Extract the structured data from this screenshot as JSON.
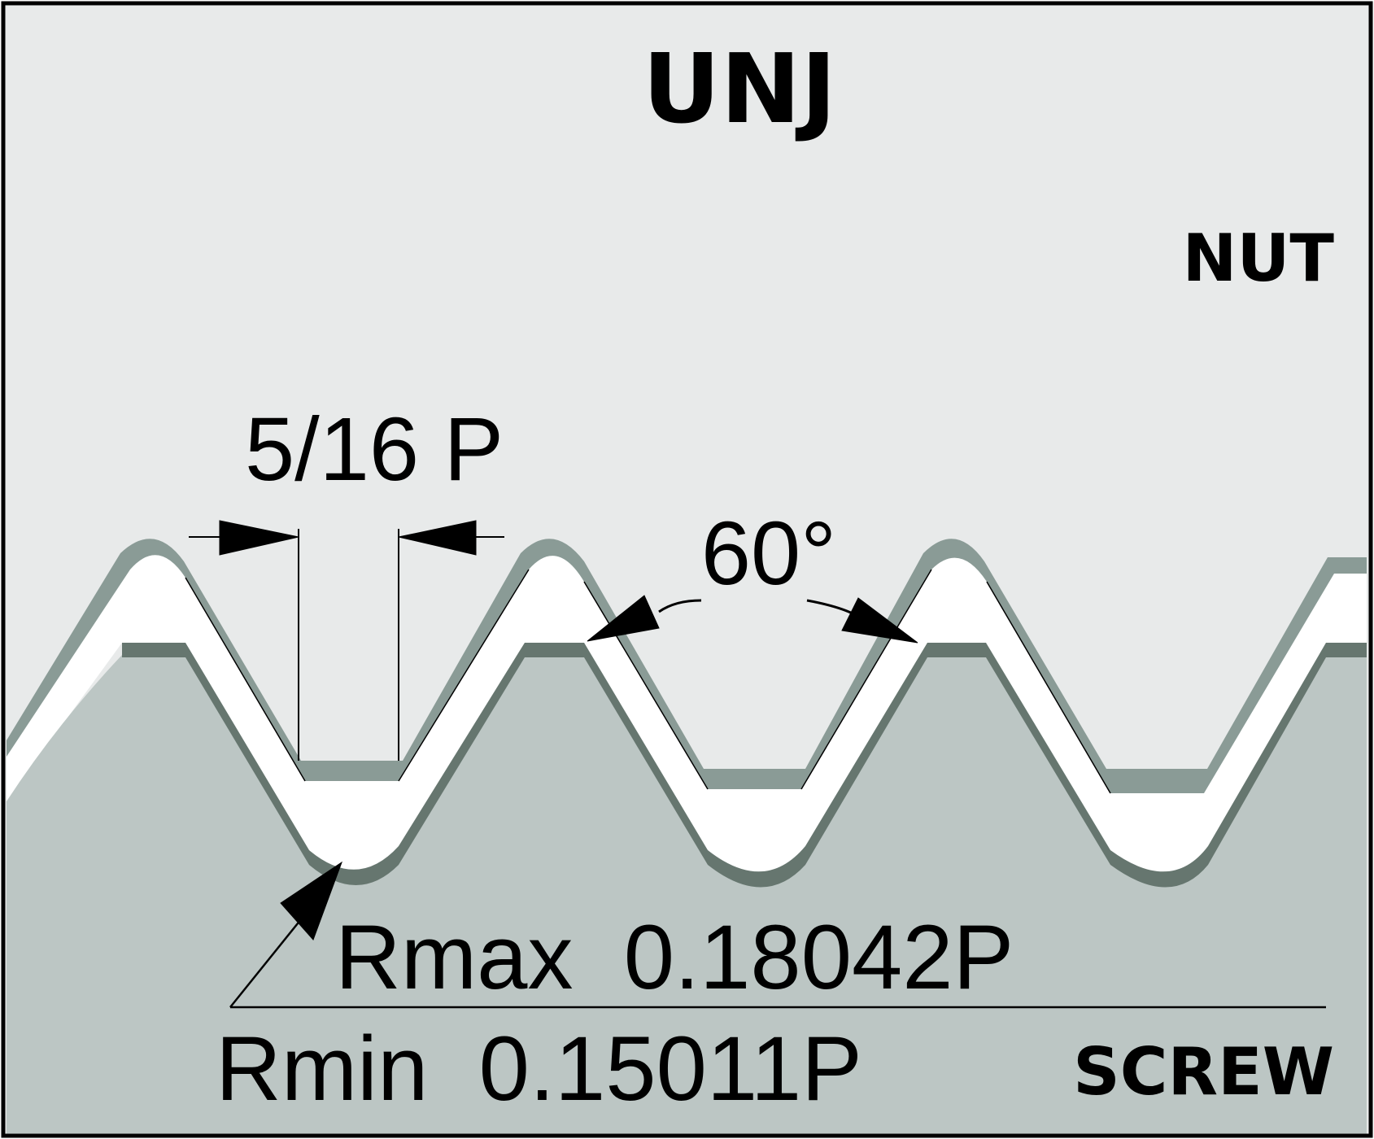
{
  "title": "UNJ",
  "labels": {
    "nut": "NUT",
    "screw": "SCREW",
    "flat_width": "5/16 P",
    "thread_angle": "60°",
    "rmax": "Rmax  0.18042P",
    "rmin": "Rmin  0.15011P"
  },
  "colors": {
    "nut_fill": "#e8eaea",
    "screw_fill": "#bcc6c4",
    "thread_edge": "#8a9b96",
    "thread_edge_dark": "#66766f",
    "gap_fill": "#ffffff",
    "outline": "#000000"
  }
}
